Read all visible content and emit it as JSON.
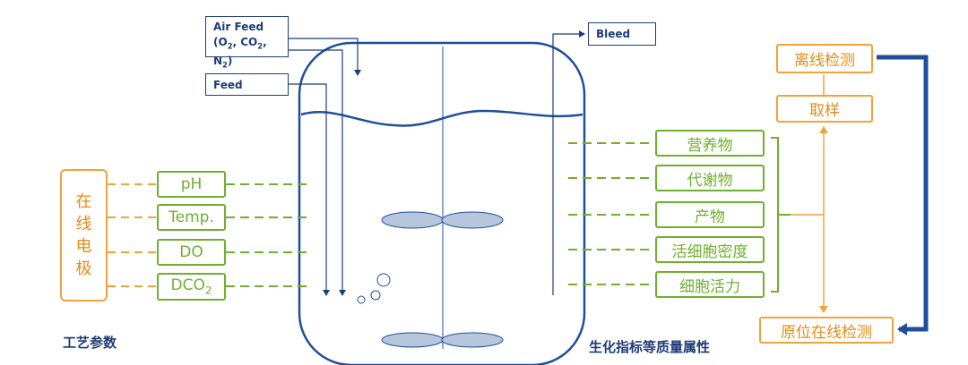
{
  "inputs": {
    "air_feed_line1": "Air Feed",
    "air_feed_line2": "(O",
    "air_feed_o2": "2",
    "air_feed_co2_text": ", CO",
    "air_feed_co2": "2",
    "air_feed_n2_text": ", N",
    "air_feed_n2": "2",
    "air_feed_close": ")",
    "feed": "Feed",
    "bleed": "Bleed"
  },
  "online_electrode": {
    "chars": [
      "在",
      "线",
      "电",
      "极"
    ],
    "params": [
      "pH",
      "Temp.",
      "DO"
    ],
    "dco2_prefix": "DCO",
    "dco2_sub": "2"
  },
  "quality_attributes": [
    "营养物",
    "代谢物",
    "产物",
    "活细胞密度",
    "细胞活力"
  ],
  "testing": {
    "offline": "离线检测",
    "sampling": "取样",
    "inline": "原位在线检测"
  },
  "captions": {
    "process_params": "工艺参数",
    "quality_title": "生化指标等质量属性"
  },
  "colors": {
    "navy": "#1f3c78",
    "green": "#6faf2e",
    "orange": "#f0a33a",
    "vessel": "#1f4e9c",
    "impeller": "#b6c6dd",
    "thick_arrow": "#1f4e9c"
  }
}
